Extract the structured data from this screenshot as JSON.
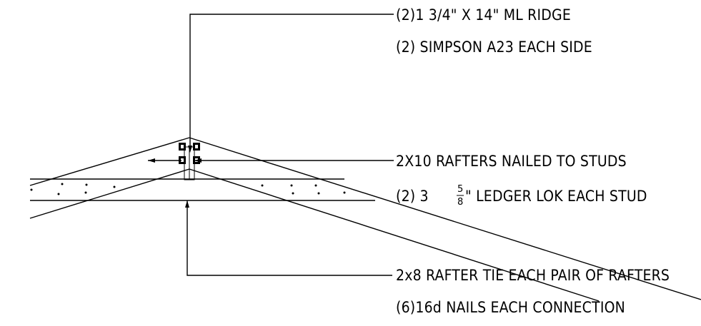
{
  "notes": {
    "ridge_line1": "(2)1 3/4\" X 14\" ML RIDGE",
    "ridge_line2": "(2) SIMPSON A23 EACH SIDE",
    "rafters_line1": "2X10 RAFTERS NAILED TO STUDS",
    "ledger_prefix": "(2) 3 ",
    "ledger_frac_num": "5",
    "ledger_frac_den": "8",
    "ledger_suffix": "\" LEDGER LOK EACH STUD",
    "tie_line1": "2x8 RAFTER TIE EACH PAIR OF RAFTERS",
    "tie_line2": "(6)16d NAILS EACH CONNECTION"
  }
}
